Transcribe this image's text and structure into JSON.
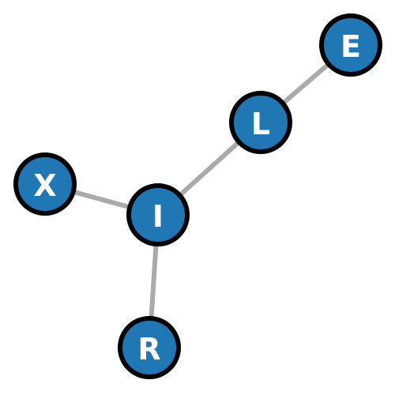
{
  "nodes": [
    {
      "id": "E",
      "label": "E"
    },
    {
      "id": "L",
      "label": "L"
    },
    {
      "id": "X",
      "label": "X"
    },
    {
      "id": "I",
      "label": "I"
    },
    {
      "id": "R",
      "label": "R"
    }
  ],
  "edges": [
    {
      "source": "E",
      "target": "L"
    },
    {
      "source": "L",
      "target": "I"
    },
    {
      "source": "X",
      "target": "I"
    },
    {
      "source": "I",
      "target": "R"
    }
  ],
  "colors": {
    "node_fill": "#1f77b4",
    "node_stroke": "#000000",
    "edge": "#aaaaaa",
    "label": "#ffffff"
  }
}
